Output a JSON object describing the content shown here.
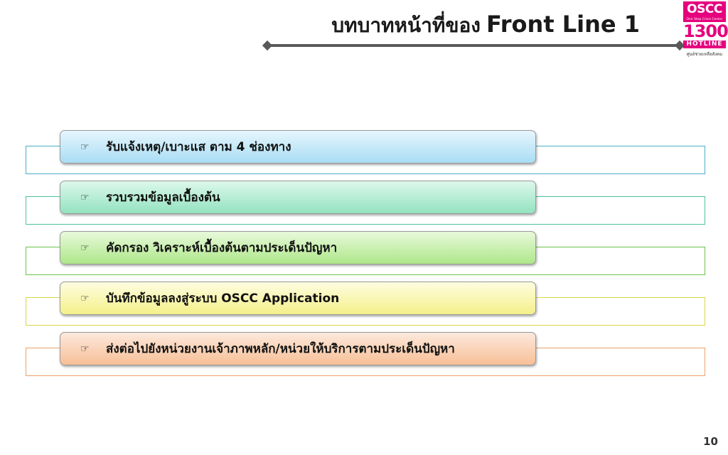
{
  "slide": {
    "title_thai": "บทบาทหน้าที่ของ",
    "title_en": "Front Line 1",
    "page_number": "10"
  },
  "logo": {
    "oscc": "OSCC",
    "subtitle": "One Stop Crisis Center",
    "number": "1300",
    "hotline": "HOTLINE",
    "caption": "ศูนย์ช่วยเหลือสังคม"
  },
  "bullet_icon": "pointing-hand-icon",
  "items": [
    {
      "label": "รับแจ้งเหตุ/เบาะแส ตาม 4 ช่องทาง",
      "color": "#4bacc6"
    },
    {
      "label": "รวบรวมข้อมูลเบื้องต้น",
      "color": "#4ec0a0"
    },
    {
      "label": "คัดกรอง วิเคราะห์เบื้องต้นตามประเด็นปัญหา",
      "color": "#6cc24a"
    },
    {
      "label": "บันทึกข้อมูลลงสู่ระบบ OSCC Application",
      "color": "#d8d64a"
    },
    {
      "label": "ส่งต่อไปยังหน่วยงานเจ้าภาพหลัก/หน่วยให้บริการตามประเด็นปัญหา",
      "color": "#eea06a"
    }
  ]
}
